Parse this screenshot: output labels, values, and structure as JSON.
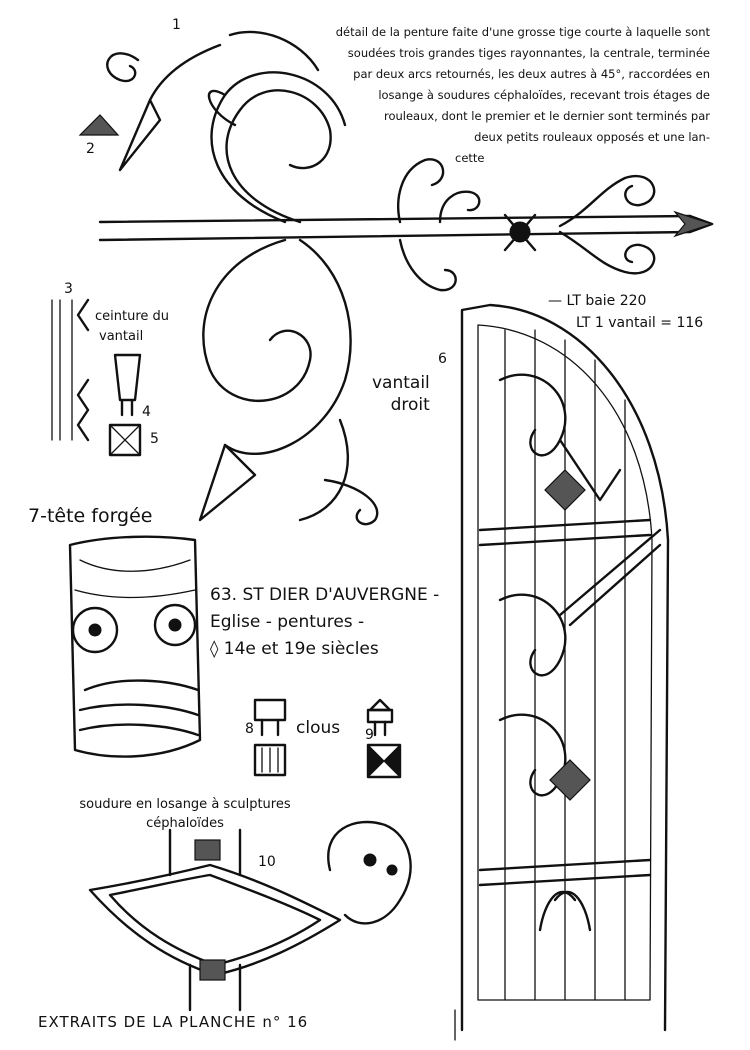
{
  "description": {
    "lines": [
      "détail de la penture faite d'une grosse tige courte à laquelle sont",
      "soudées trois grandes tiges rayonnantes, la centrale, terminée",
      "par deux arcs retournés, les deux autres à 45°, raccordées en",
      "losange à soudures céphaloïdes, recevant trois étages de",
      "rouleaux, dont le premier et le dernier sont terminés par",
      "deux petits rouleaux opposés et une lan-",
      "cette"
    ]
  },
  "numbers": {
    "n1": "1",
    "n2": "2",
    "n3": "3",
    "n4": "4",
    "n5": "5",
    "n6": "6",
    "n8": "8",
    "n9": "9",
    "n10": "10"
  },
  "labels": {
    "ceinture": [
      "ceinture du",
      "vantail"
    ],
    "vantail_droit": [
      "vantail",
      "droit"
    ],
    "tete_forgee": "7-tête forgée",
    "dimensions": [
      "— LT baie 220",
      "LT 1 vantail = 116"
    ],
    "clous": "clous",
    "soudure": [
      "soudure en losange à sculptures",
      "céphaloïdes"
    ],
    "footer": "EXTRAITS DE LA PLANCHE n° 16"
  },
  "heading": {
    "place": "63. ST DIER D'AUVERGNE -",
    "subject": "Eglise - pentures -",
    "centuries": "◊ 14e et 19e siècles"
  }
}
